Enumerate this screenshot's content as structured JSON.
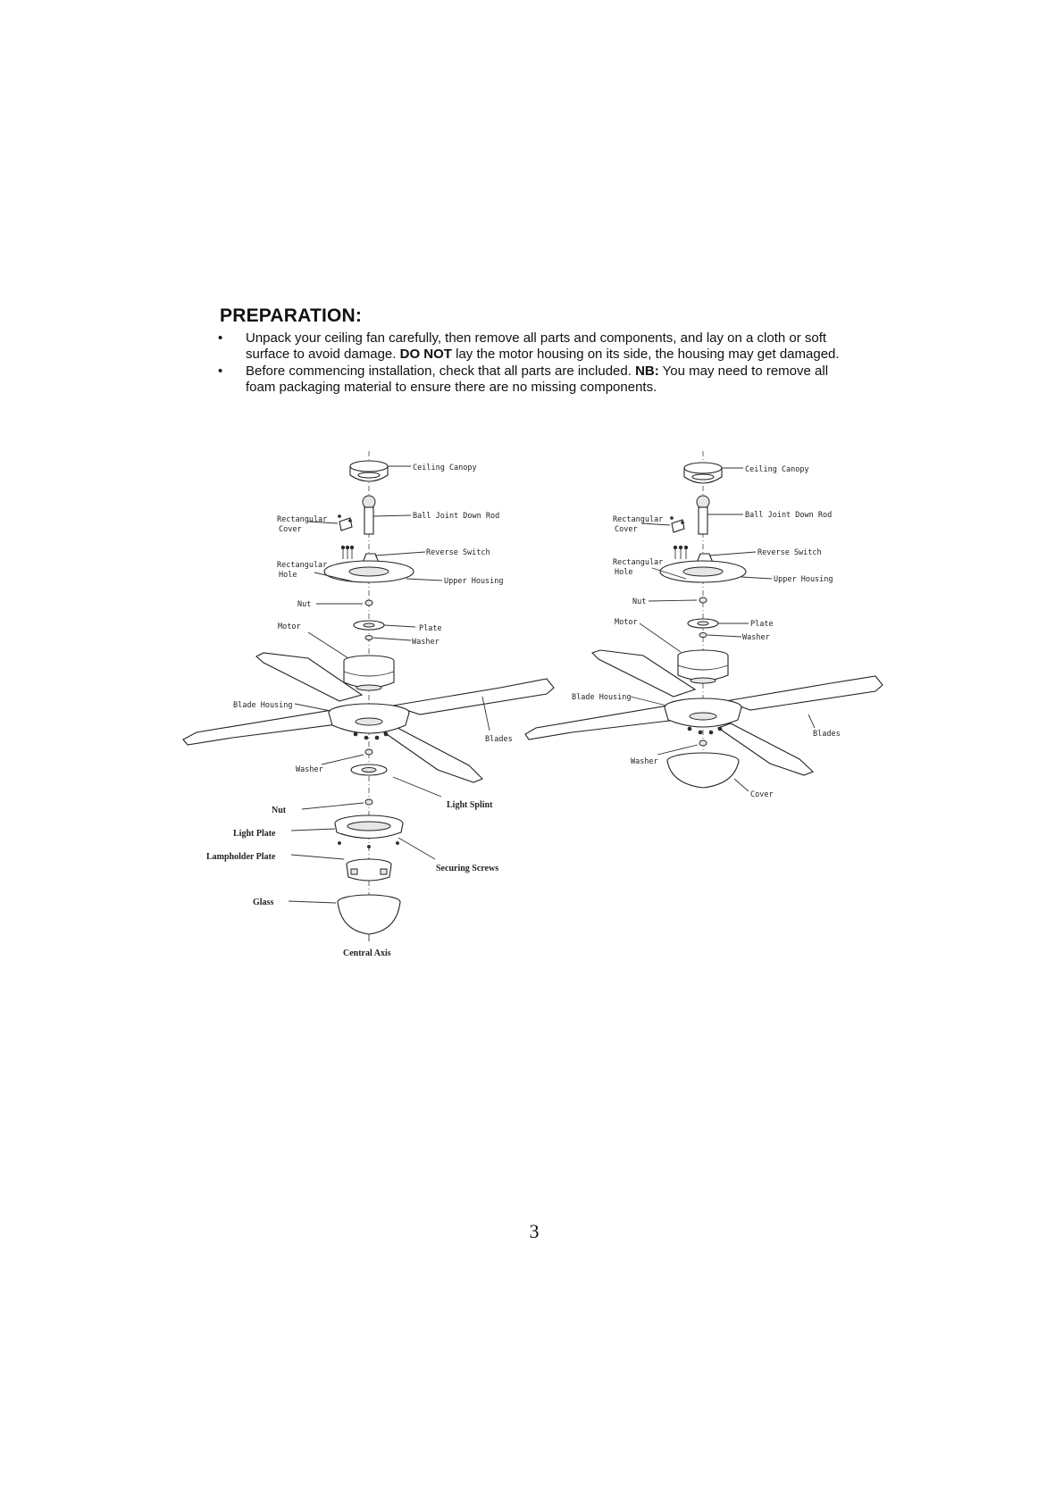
{
  "heading": "PREPARATION:",
  "bullets": [
    {
      "before": "Unpack your ceiling fan carefully, then remove all parts and components, and lay on a cloth or soft surface to avoid damage. ",
      "bold": "DO NOT",
      "after": " lay the motor housing on its side, the housing may get damaged."
    },
    {
      "before": "Before commencing installation, check that all parts are included. ",
      "bold": "NB:",
      "after": " You may need to remove all foam packaging material to ensure there are no missing components."
    }
  ],
  "diagram_left": {
    "labels": {
      "ceiling_canopy": "Ceiling Canopy",
      "rect_cover_1": "Rectangular",
      "rect_cover_2": "Cover",
      "ball_joint": "Ball Joint Down Rod",
      "rect_hole_1": "Rectangular",
      "rect_hole_2": "Hole",
      "reverse_switch": "Reverse Switch",
      "upper_housing": "Upper Housing",
      "nut": "Nut",
      "motor": "Motor",
      "plate": "Plate",
      "washer": "Washer",
      "blade_housing": "Blade Housing",
      "blades": "Blades",
      "washer2": "Washer",
      "light_splint": "Light Splint",
      "nut2": "Nut",
      "light_plate": "Light Plate",
      "lampholder_plate": "Lampholder Plate",
      "securing_screws": "Securing Screws",
      "glass": "Glass",
      "central_axis": "Central Axis"
    }
  },
  "diagram_right": {
    "labels": {
      "ceiling_canopy": "Ceiling Canopy",
      "rect_cover_1": "Rectangular",
      "rect_cover_2": "Cover",
      "ball_joint": "Ball Joint Down Rod",
      "rect_hole_1": "Rectangular",
      "rect_hole_2": "Hole",
      "reverse_switch": "Reverse Switch",
      "upper_housing": "Upper Housing",
      "nut": "Nut",
      "motor": "Motor",
      "plate": "Plate",
      "washer": "Washer",
      "blade_housing": "Blade Housing",
      "blades": "Blades",
      "washer2": "Washer",
      "cover": "Cover"
    }
  },
  "page_number": "3"
}
